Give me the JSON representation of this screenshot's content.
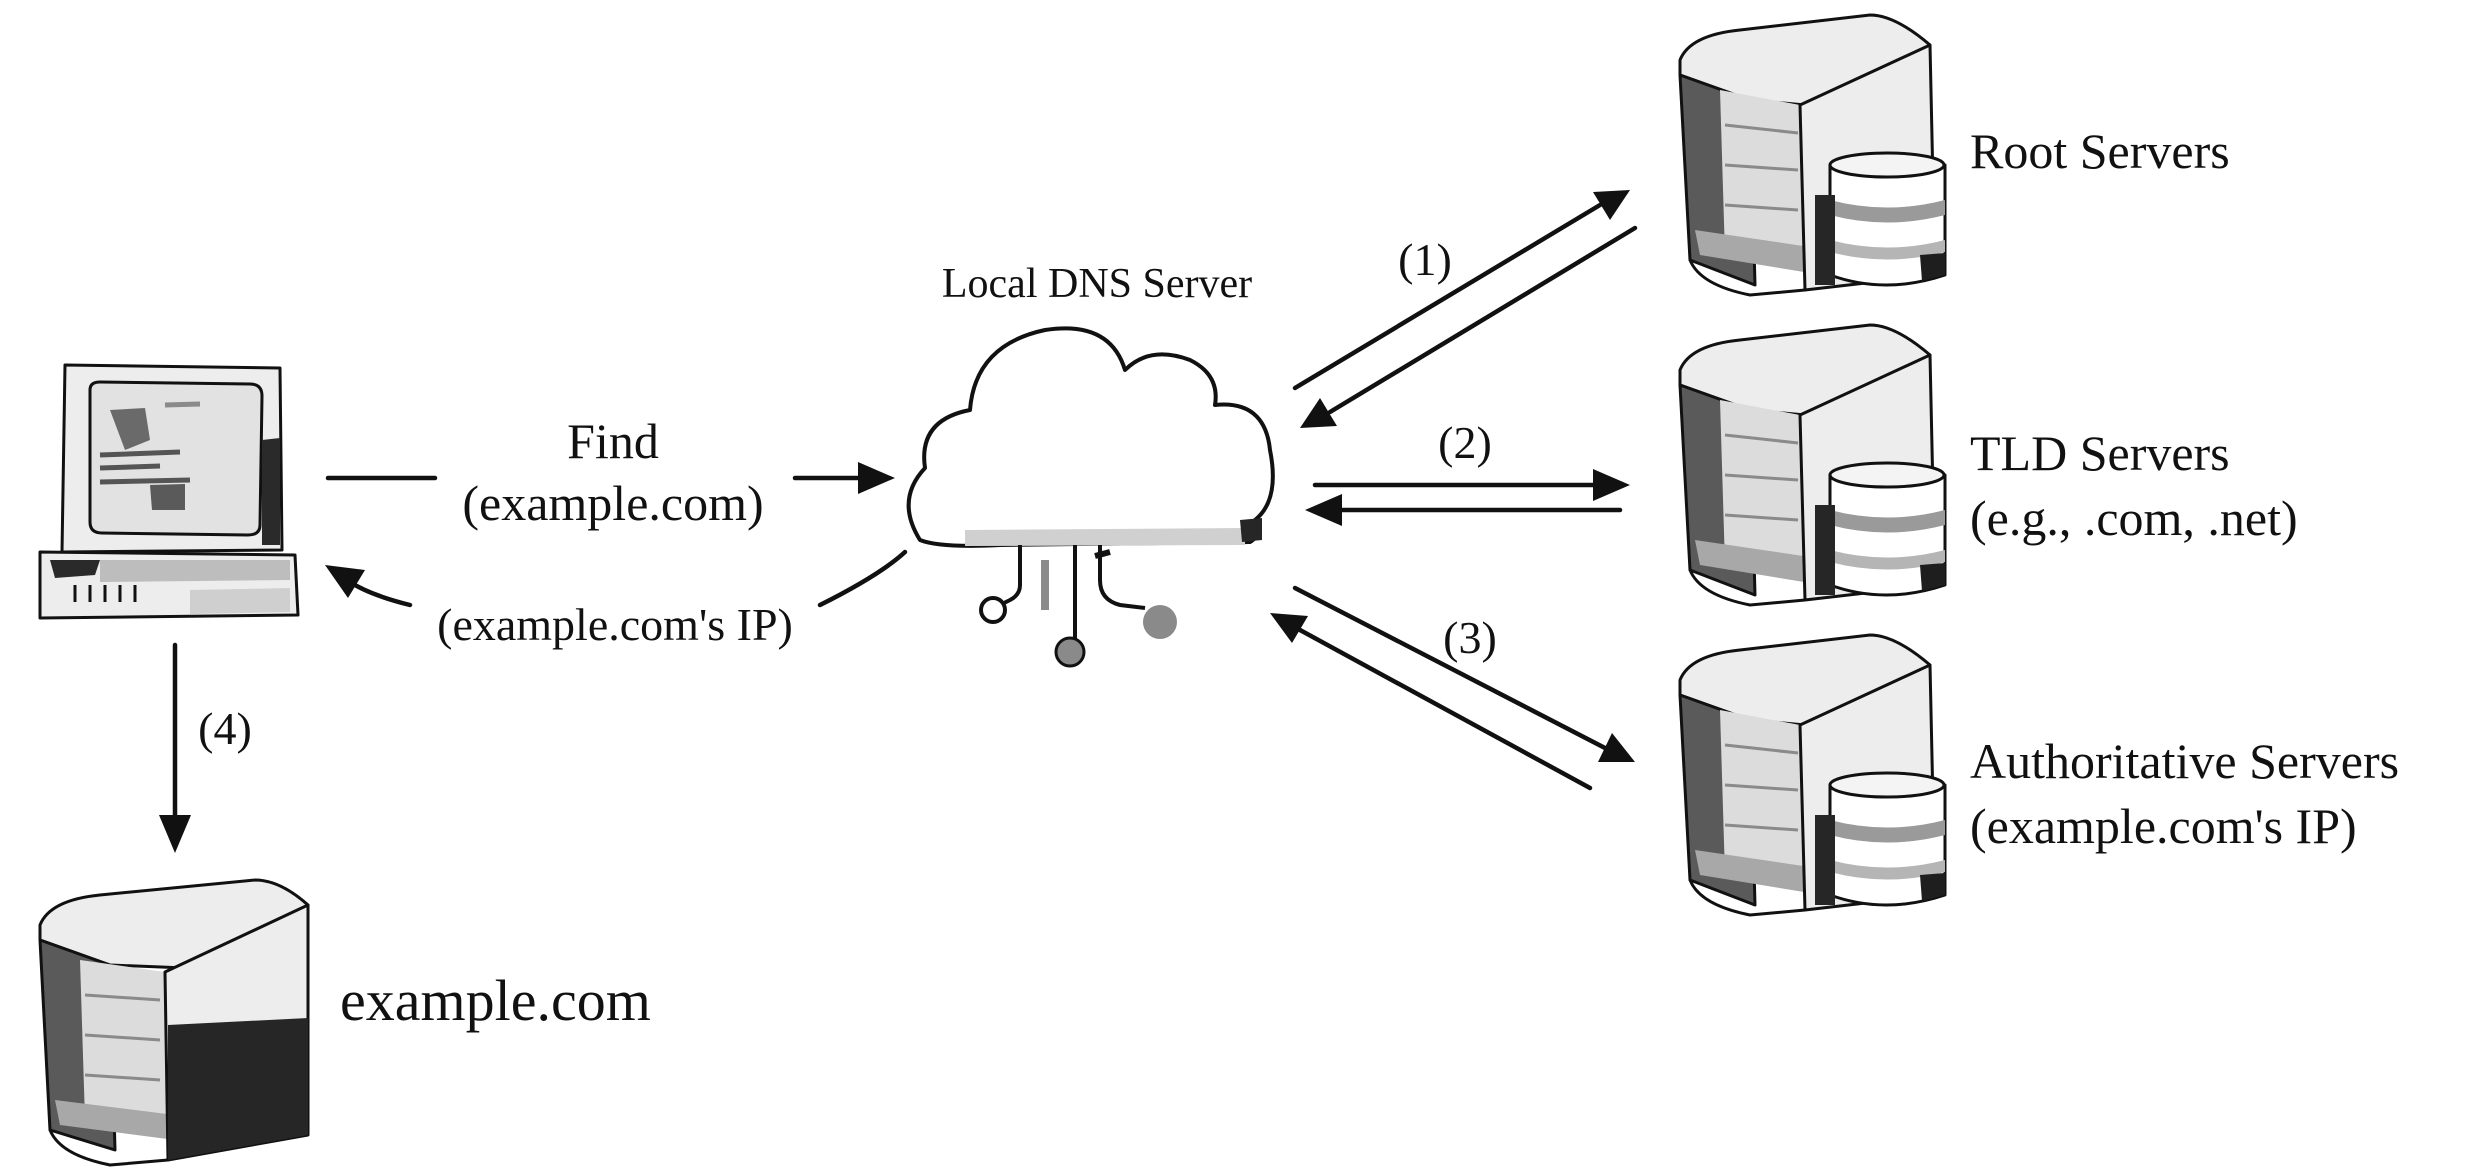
{
  "labels": {
    "local_dns": "Local DNS Server",
    "find_line1": "Find",
    "find_line2": "(example.com)",
    "reply": "(example.com's IP)",
    "step1": "(1)",
    "step2": "(2)",
    "step3": "(3)",
    "step4": "(4)",
    "root": "Root Servers",
    "tld_line1": "TLD Servers",
    "tld_line2": "(e.g., .com, .net)",
    "auth_line1": "Authoritative Servers",
    "auth_line2": "(example.com's IP)",
    "website": "example.com"
  },
  "icons": {
    "client": "desktop-computer-icon",
    "local_dns": "cloud-network-icon",
    "root": "server-database-icon",
    "tld": "server-database-icon",
    "auth": "server-database-icon",
    "website": "server-tower-icon"
  },
  "colors": {
    "ink": "#111111",
    "dark_gray": "#555555",
    "mid_gray": "#8a8a8a",
    "light_gray": "#cfcfcf",
    "pale_gray": "#ededed",
    "black_panel": "#262626"
  }
}
